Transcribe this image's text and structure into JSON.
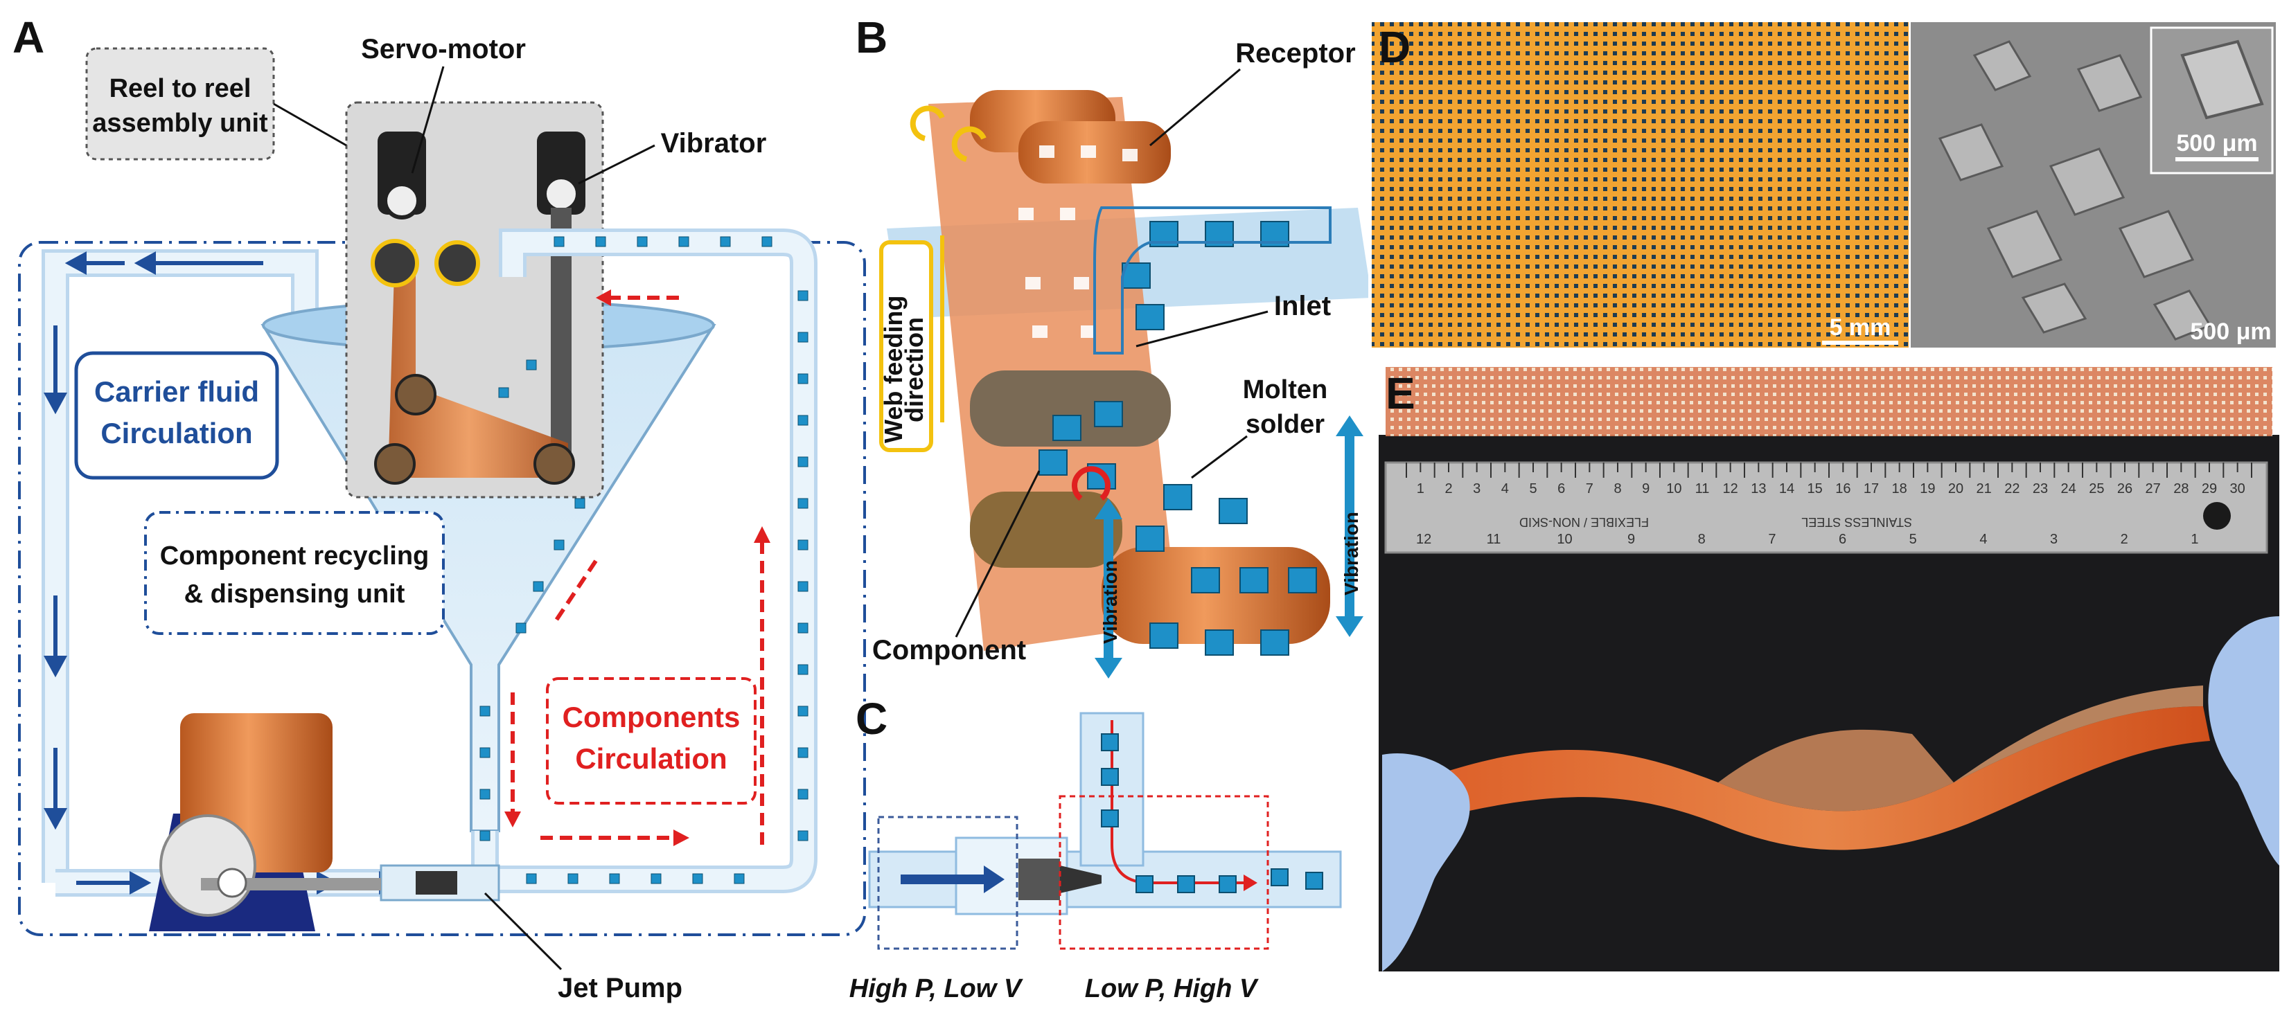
{
  "panels": {
    "a": {
      "letter": "A",
      "reel_unit": "Reel to reel",
      "reel_unit_2": "assembly unit",
      "servo_motor": "Servo-motor",
      "vibrator": "Vibrator",
      "carrier_fluid": "Carrier fluid",
      "carrier_fluid_2": "Circulation",
      "recycling": "Component recycling",
      "recycling_2": "& dispensing unit",
      "components_circ": "Components",
      "components_circ_2": "Circulation",
      "jet_pump": "Jet Pump"
    },
    "b": {
      "letter": "B",
      "receptor": "Receptor",
      "web_feeding": "Web feeding",
      "web_feeding_2": "direction",
      "inlet": "Inlet",
      "molten": "Molten",
      "molten_2": "solder",
      "vibration_left": "Vibration",
      "vibration_right": "Vibration",
      "component": "Component"
    },
    "c": {
      "letter": "C",
      "high_p": "High P, Low V",
      "low_p": "Low P, High V"
    },
    "d": {
      "letter": "D",
      "scale_left": "5 mm",
      "scale_right": "500 μm",
      "scale_inset": "500 μm"
    },
    "e": {
      "letter": "E",
      "ruler_top_text": "FLEXIBLE / NON-SKID",
      "ruler_brand": "STAINLESS STEEL",
      "ruler_numbers": [
        "1",
        "2",
        "3",
        "4",
        "5",
        "6",
        "7",
        "8",
        "9",
        "10",
        "11",
        "12",
        "13",
        "14",
        "15",
        "16",
        "17",
        "18",
        "19",
        "20",
        "21",
        "22",
        "23",
        "24",
        "25",
        "26",
        "27",
        "28",
        "29",
        "30"
      ],
      "ruler_inch_numbers": [
        "12",
        "11",
        "10",
        "9",
        "8",
        "7",
        "6",
        "5",
        "4",
        "3",
        "2",
        "1"
      ]
    }
  },
  "colors": {
    "fluid_blue": "#1f4e9a",
    "component_red": "#e02020",
    "copper": "#e8854a",
    "chip_blue": "#1e90c8"
  }
}
